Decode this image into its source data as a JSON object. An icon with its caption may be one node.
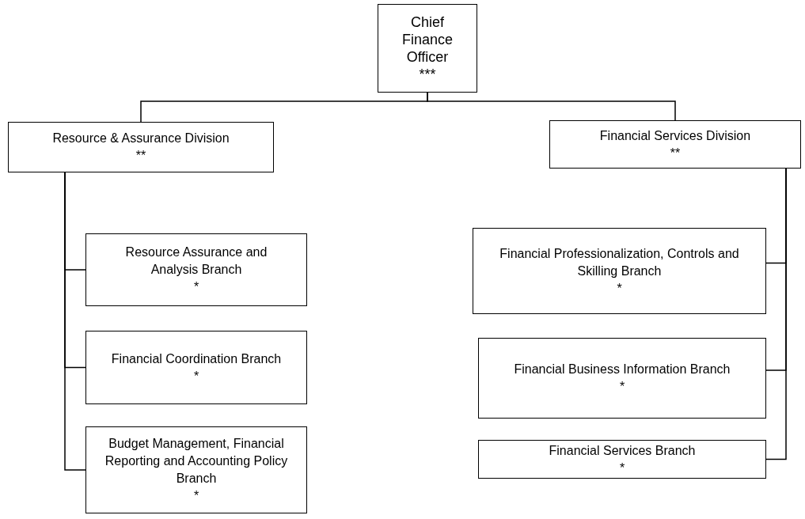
{
  "diagram": {
    "nodes": [
      {
        "text": [
          "Chief Finance Officer",
          "***"
        ]
      },
      {
        "text": [
          "Resource & Assurance Division",
          "**"
        ]
      },
      {
        "text": [
          "Financial Services Division",
          "**"
        ]
      },
      {
        "text": [
          "Resource Assurance and Analysis Branch",
          "*"
        ]
      },
      {
        "text": [
          "Financial Coordination Branch",
          "*"
        ]
      },
      {
        "text": [
          "Budget Management, Financial Reporting and Accounting Policy Branch",
          "*"
        ]
      },
      {
        "text": [
          "Financial Professionalization, Controls and Skilling Branch",
          "*"
        ]
      },
      {
        "text": [
          "Financial Business Information Branch",
          "*"
        ]
      },
      {
        "text": [
          "Financial Services Branch",
          "*"
        ]
      }
    ],
    "edges": [
      {
        "from": 0,
        "to": 1,
        "arrow": "none"
      },
      {
        "from": 0,
        "to": 2,
        "arrow": "none"
      },
      {
        "from": 1,
        "to": 3,
        "arrow": "none"
      },
      {
        "from": 1,
        "to": 4,
        "arrow": "none"
      },
      {
        "from": 1,
        "to": 5,
        "arrow": "none"
      },
      {
        "from": 2,
        "to": 6,
        "arrow": "none"
      },
      {
        "from": 2,
        "to": 7,
        "arrow": "none"
      },
      {
        "from": 2,
        "to": 8,
        "arrow": "none"
      }
    ]
  }
}
